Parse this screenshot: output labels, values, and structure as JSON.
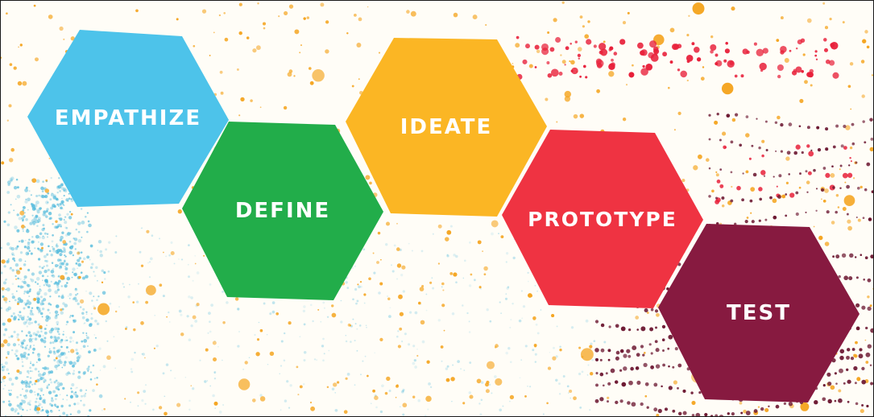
{
  "diagram": {
    "stages": [
      {
        "label": "EMPATHIZE",
        "color": "#4dc3ea"
      },
      {
        "label": "DEFINE",
        "color": "#22ad4a"
      },
      {
        "label": "IDEATE",
        "color": "#fbb624"
      },
      {
        "label": "PROTOTYPE",
        "color": "#ef3342"
      },
      {
        "label": "TEST",
        "color": "#871a40"
      }
    ],
    "background": {
      "base_color": "#fffdf7",
      "splatter_colors": [
        "#f5a623",
        "#e8203a",
        "#6b1630",
        "#4fb9dc"
      ]
    }
  }
}
